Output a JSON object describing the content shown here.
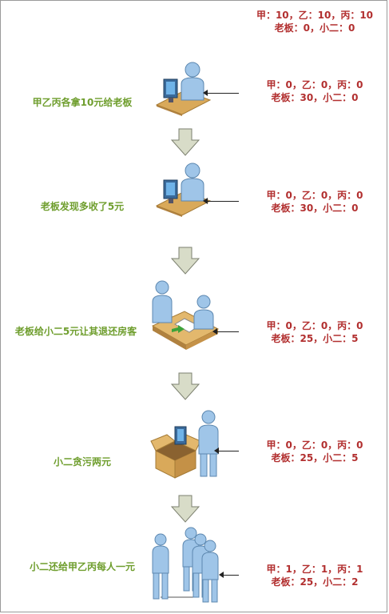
{
  "initial_state": {
    "amounts": "甲：10，乙：10，丙：10",
    "holders": "老板：0，小二：0"
  },
  "steps": [
    {
      "label": "甲乙丙各拿10元给老板",
      "amounts": "甲：0，乙：0，丙：0",
      "holders": "老板：30，小二：0"
    },
    {
      "label": "老板发现多收了5元",
      "amounts": "甲：0，乙：0，丙：0",
      "holders": "老板：30，小二：0"
    },
    {
      "label": "老板给小二5元让其退还房客",
      "amounts": "甲：0，乙：0，丙：0",
      "holders": "老板：25，小二：5"
    },
    {
      "label": "小二贪污两元",
      "amounts": "甲：0，乙：0，丙：0",
      "holders": "老板：25，小二：5"
    },
    {
      "label": "小二还给甲乙丙每人一元",
      "amounts": "甲：1，乙：1，丙：1",
      "holders": "老板：25，小二：2"
    }
  ],
  "colors": {
    "label_green": "#6f9e2e",
    "status_red": "#b22f2f",
    "person_blue": "#9fc5e8",
    "desk_tan": "#d9a95a",
    "arrow_gray": "#d8dcc8"
  },
  "icons": [
    "person-at-computer-icon",
    "handover-desk-icon",
    "open-box-person-icon",
    "group-of-people-icon",
    "down-arrow-icon"
  ]
}
